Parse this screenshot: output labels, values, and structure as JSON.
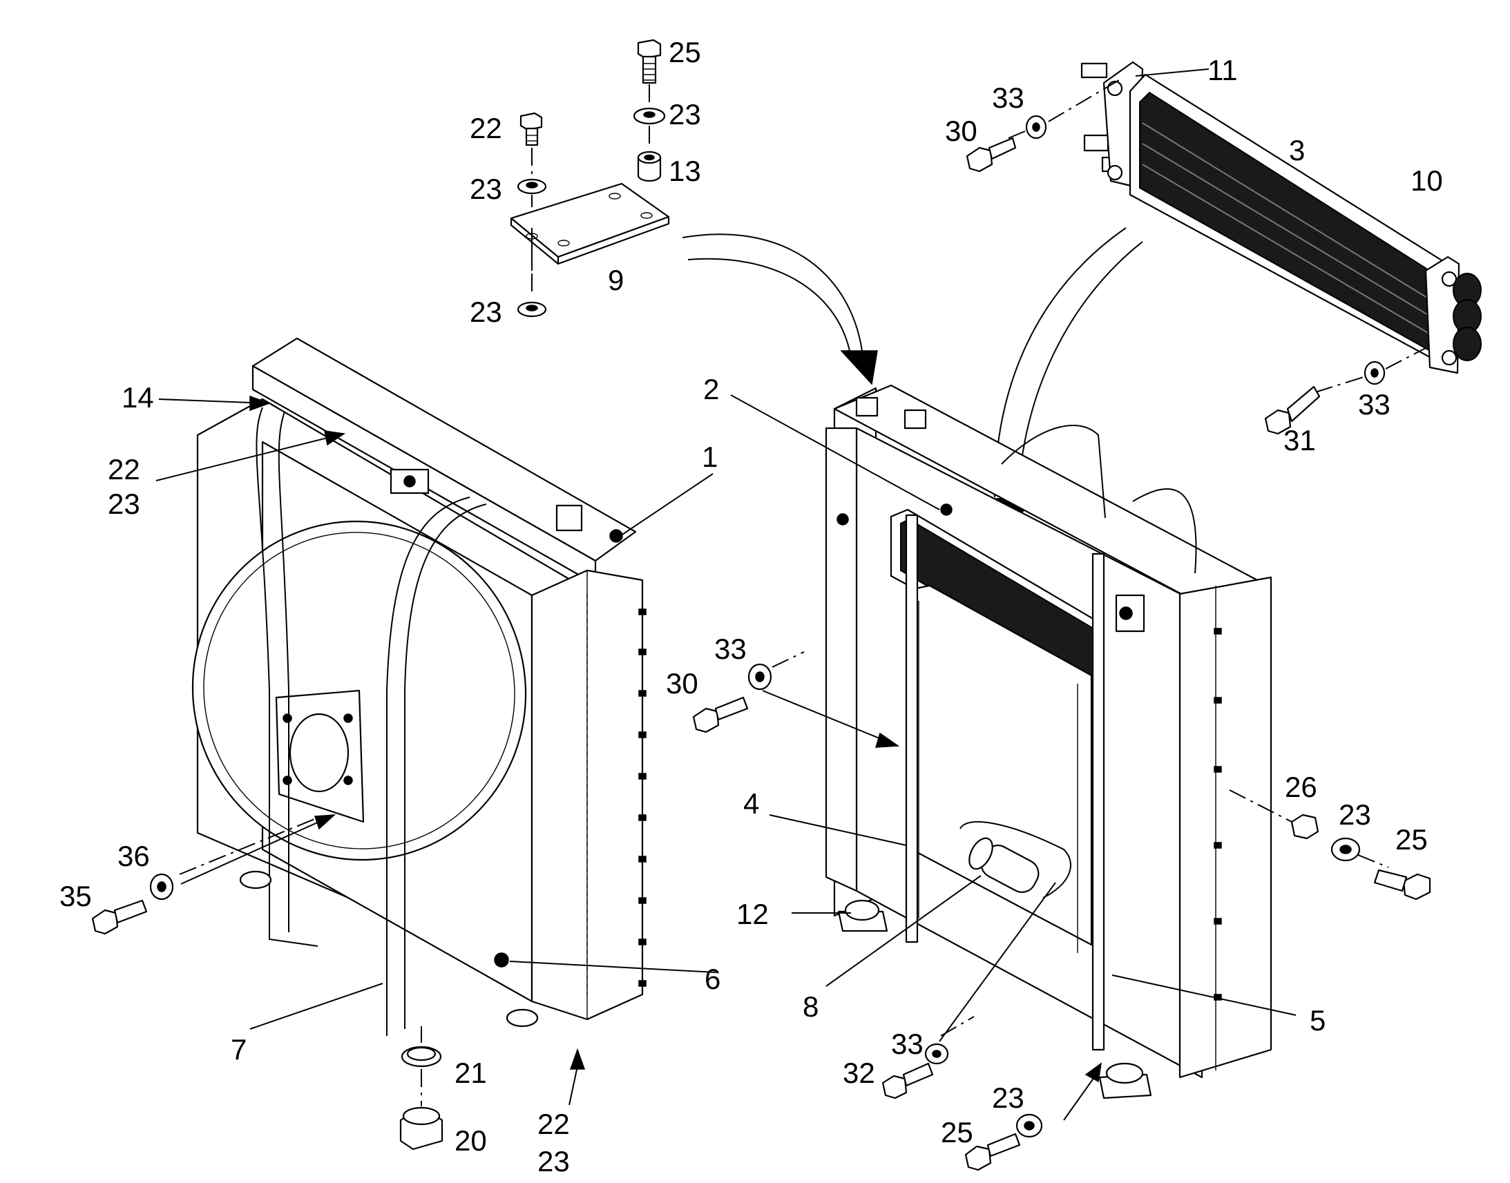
{
  "diagram": {
    "callouts": [
      {
        "id": "c25a",
        "text": "25"
      },
      {
        "id": "c23a",
        "text": "23"
      },
      {
        "id": "c22a",
        "text": "22"
      },
      {
        "id": "c13",
        "text": "13"
      },
      {
        "id": "c23b",
        "text": "23"
      },
      {
        "id": "c9",
        "text": "9"
      },
      {
        "id": "c23c",
        "text": "23"
      },
      {
        "id": "c11",
        "text": "11"
      },
      {
        "id": "c33a",
        "text": "33"
      },
      {
        "id": "c30a",
        "text": "30"
      },
      {
        "id": "c3",
        "text": "3"
      },
      {
        "id": "c10",
        "text": "10"
      },
      {
        "id": "c33b",
        "text": "33"
      },
      {
        "id": "c31",
        "text": "31"
      },
      {
        "id": "c14",
        "text": "14"
      },
      {
        "id": "c22b",
        "text": "22"
      },
      {
        "id": "c23d",
        "text": "23"
      },
      {
        "id": "c2",
        "text": "2"
      },
      {
        "id": "c1",
        "text": "1"
      },
      {
        "id": "c33c",
        "text": "33"
      },
      {
        "id": "c30b",
        "text": "30"
      },
      {
        "id": "c4",
        "text": "4"
      },
      {
        "id": "c26",
        "text": "26"
      },
      {
        "id": "c23e",
        "text": "23"
      },
      {
        "id": "c25b",
        "text": "25"
      },
      {
        "id": "c36",
        "text": "36"
      },
      {
        "id": "c35",
        "text": "35"
      },
      {
        "id": "c12",
        "text": "12"
      },
      {
        "id": "c6",
        "text": "6"
      },
      {
        "id": "c8",
        "text": "8"
      },
      {
        "id": "c5",
        "text": "5"
      },
      {
        "id": "c7",
        "text": "7"
      },
      {
        "id": "c21",
        "text": "21"
      },
      {
        "id": "c33d",
        "text": "33"
      },
      {
        "id": "c32",
        "text": "32"
      },
      {
        "id": "c22c",
        "text": "22"
      },
      {
        "id": "c23f",
        "text": "23"
      },
      {
        "id": "c23g",
        "text": "23"
      },
      {
        "id": "c20",
        "text": "20"
      },
      {
        "id": "c25c",
        "text": "25"
      }
    ]
  }
}
